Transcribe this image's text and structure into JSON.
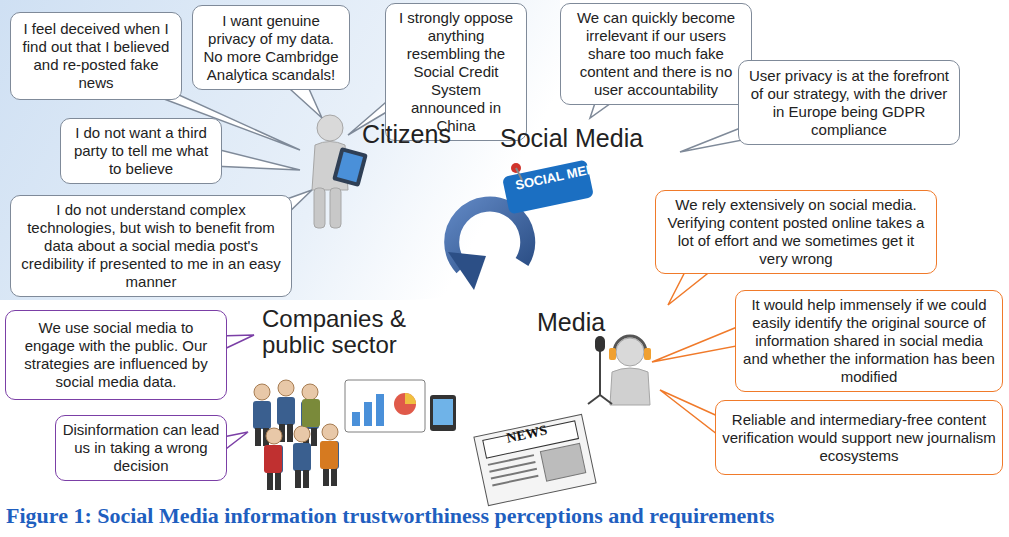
{
  "diagram": {
    "caption": "Figure 1: Social Media information trustworthiness perceptions and requirements",
    "nodes": [
      {
        "text": [
          "I feel deceived when I find out that I believed and re-posted fake news"
        ]
      },
      {
        "text": [
          "I want genuine privacy of my data. No more Cambridge Analytica scandals!"
        ]
      },
      {
        "text": [
          "I strongly oppose anything resembling the Social Credit System announced in China"
        ]
      },
      {
        "text": [
          "We can quickly become irrelevant if our users share too much fake content and there is no user accountability"
        ]
      },
      {
        "text": [
          "User privacy is at the forefront of our strategy, with the driver in Europe being GDPR compliance"
        ]
      },
      {
        "text": [
          "I do not want a third party to tell me what to believe"
        ]
      },
      {
        "text": [
          "I do not understand complex technologies, but wish to benefit from data about a social media post's credibility if presented to me in an easy manner"
        ]
      },
      {
        "text": [
          "We rely extensively on social media. Verifying content posted online takes a lot of effort and we sometimes get it very wrong"
        ]
      },
      {
        "text": [
          "It would help immensely if we could easily identify the original source of information shared in social media and whether the information has been modified"
        ]
      },
      {
        "text": [
          "We use social media to engage with the public. Our strategies are influenced by social media data."
        ]
      },
      {
        "text": [
          "Disinformation can lead us in taking a wrong decision"
        ]
      },
      {
        "text": [
          "Reliable and intermediary-free content verification would support new journalism ecosystems"
        ]
      }
    ],
    "labels": [
      "Citizens",
      "Social Media",
      "Companies & public sector",
      "Media",
      "SOCIAL MEDIA",
      "NEWS"
    ]
  }
}
